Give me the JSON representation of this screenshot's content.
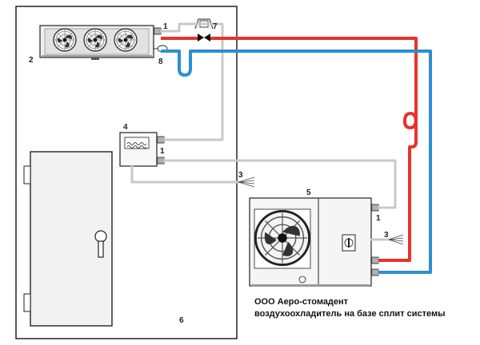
{
  "labels": {
    "n1_top": "1",
    "n2": "2",
    "n3_controller": "3",
    "n3_condenser": "3",
    "n4": "4",
    "n1_controller": "1",
    "n5": "5",
    "n1_condenser": "1",
    "n6": "6",
    "n7": "7",
    "n8": "8"
  },
  "caption": {
    "line1": "ООО Аеро-стомадент",
    "line2": "воздухоохладитель на базе сплит системы"
  },
  "colors": {
    "liquid_line": "#e8332a",
    "suction_line": "#2d8fd1",
    "cable": "#c8c8c8",
    "outline": "#222222"
  },
  "icons": {
    "fan": "fan-icon",
    "valve": "solenoid-valve-icon",
    "door_handle": "door-handle-icon",
    "connector": "cable-connector-icon",
    "switch": "switch-icon"
  }
}
